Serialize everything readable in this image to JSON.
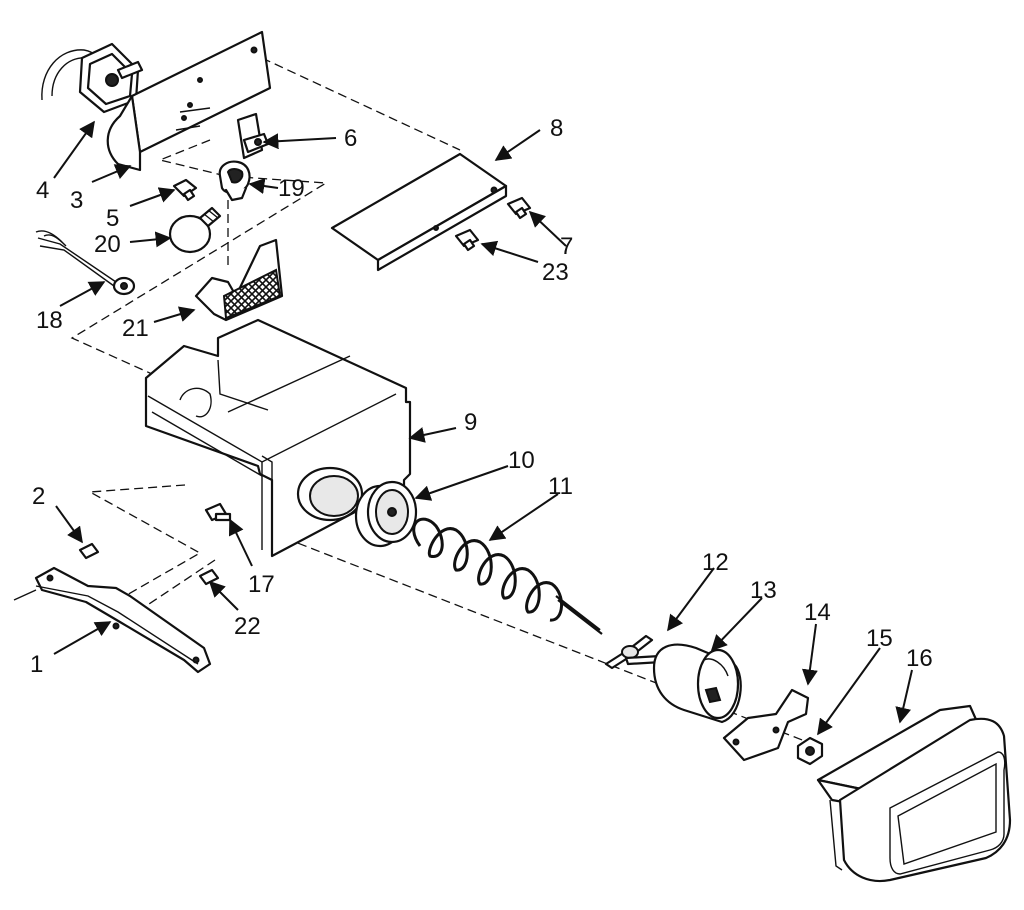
{
  "callouts": [
    {
      "id": "1"
    },
    {
      "id": "2"
    },
    {
      "id": "3"
    },
    {
      "id": "4"
    },
    {
      "id": "5"
    },
    {
      "id": "6"
    },
    {
      "id": "7"
    },
    {
      "id": "8"
    },
    {
      "id": "9"
    },
    {
      "id": "10"
    },
    {
      "id": "11"
    },
    {
      "id": "12"
    },
    {
      "id": "13"
    },
    {
      "id": "14"
    },
    {
      "id": "15"
    },
    {
      "id": "16"
    },
    {
      "id": "17"
    },
    {
      "id": "18"
    },
    {
      "id": "19"
    },
    {
      "id": "20"
    },
    {
      "id": "21"
    },
    {
      "id": "22"
    },
    {
      "id": "23"
    }
  ]
}
